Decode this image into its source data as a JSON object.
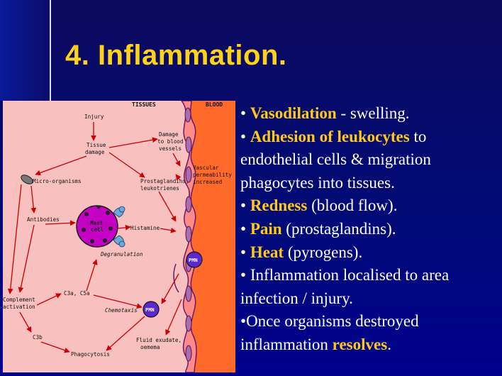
{
  "slide": {
    "title": "4. Inflammation.",
    "colors": {
      "background": "#00008a",
      "title": "#ffd21a",
      "highlight": "#ffc81a",
      "text": "#ffffff",
      "tissue": "#f9c0c0",
      "blood": "#ff6a2a"
    }
  },
  "diagram": {
    "header_tissues": "TISSUES",
    "header_blood": "BLOOD",
    "injury": "Injury",
    "tissue_damage_1": "Tissue",
    "tissue_damage_2": "damage",
    "damage_vessels_1": "Damage",
    "damage_vessels_2": "to blood",
    "damage_vessels_3": "vessels",
    "micro_organisms": "Micro-organisms",
    "prostaglandins_1": "Prostaglandins,",
    "prostaglandins_2": "leukotrienes",
    "vascular_1": "Vascular",
    "vascular_2": "permeability",
    "vascular_3": "increased",
    "antibodies": "Antibodies",
    "mast_cell_1": "Mast",
    "mast_cell_2": "cell",
    "histamine": "Histamine",
    "degranulation": "Degranulation",
    "pmn_blood": "PMN",
    "complement_1": "Complement",
    "complement_2": "activation",
    "c3a_c5a": "C3a, C5a",
    "chemotaxis": "Chemotaxis",
    "pmn_tissue": "PMN",
    "c3b": "C3b",
    "phagocytosis": "Phagocytosis",
    "fluid_1": "Fluid exudate,",
    "fluid_2": "oemema"
  },
  "bullets": [
    {
      "pre": "• ",
      "hl": "Vasodilation",
      "post": " - swelling."
    },
    {
      "pre": "• ",
      "hl": "Adhesion of leukocytes",
      "post": " to"
    },
    {
      "pre": "",
      "hl": "",
      "post": "endothelial cells & migration"
    },
    {
      "pre": "",
      "hl": "",
      "post": "phagocytes into tissues."
    },
    {
      "pre": "• ",
      "hl": "Redness",
      "post": " (blood flow)."
    },
    {
      "pre": "• ",
      "hl": "Pain",
      "post": " (prostaglandins)."
    },
    {
      "pre": "• ",
      "hl": "Heat",
      "post": " (pyrogens)."
    },
    {
      "pre": "• ",
      "hl": "",
      "post": "Inflammation localised to area"
    },
    {
      "pre": "",
      "hl": "",
      "post": "infection / injury."
    },
    {
      "pre": "•",
      "hl": "",
      "post": "Once organisms destroyed"
    },
    {
      "pre": "",
      "hl": "",
      "post": "inflammation ",
      "hl2": "resolves",
      "post2": "."
    }
  ]
}
